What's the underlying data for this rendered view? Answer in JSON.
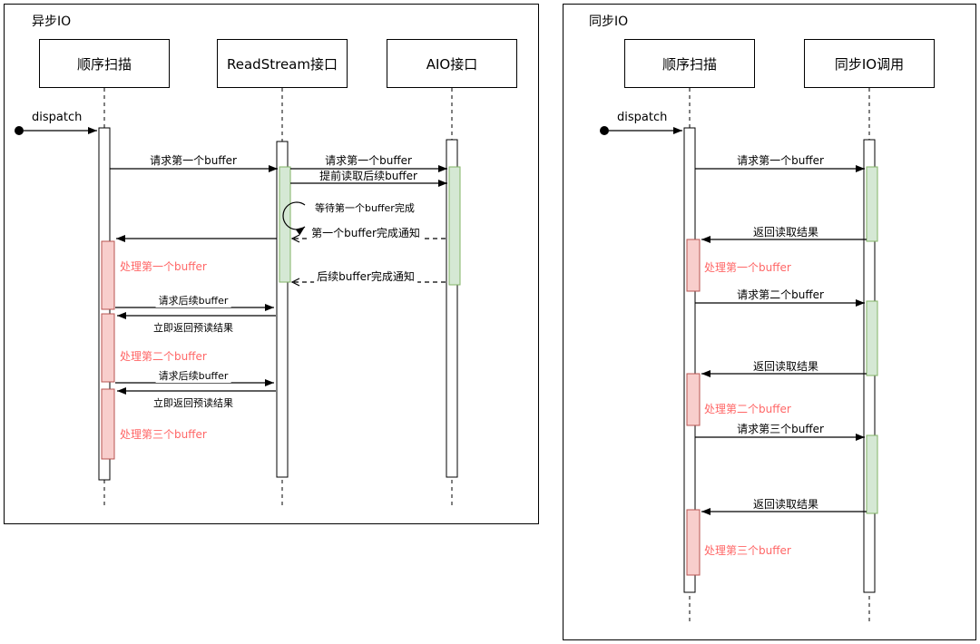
{
  "panels": {
    "async": {
      "title": "异步IO",
      "actors": [
        "顺序扫描",
        "ReadStream接口",
        "AIO接口"
      ],
      "dispatch_label": "dispatch",
      "messages": {
        "request_first_buffer_1": "请求第一个buffer",
        "request_first_buffer_2": "请求第一个buffer",
        "readahead_next_buffer": "提前读取后续buffer",
        "wait_first_buffer": "等待第一个buffer完成",
        "first_buffer_done_notify": "第一个buffer完成通知",
        "next_buffer_done_notify": "后续buffer完成通知",
        "request_next_buffer_1": "请求后续buffer",
        "return_preread_result_1": "立即返回预读结果",
        "request_next_buffer_2": "请求后续buffer",
        "return_preread_result_2": "立即返回预读结果"
      },
      "activities": [
        "处理第一个buffer",
        "处理第二个buffer",
        "处理第三个buffer"
      ]
    },
    "sync": {
      "title": "同步IO",
      "actors": [
        "顺序扫描",
        "同步IO调用"
      ],
      "dispatch_label": "dispatch",
      "messages": {
        "request_first": "请求第一个buffer",
        "return_first": "返回读取结果",
        "request_second": "请求第二个buffer",
        "return_second": "返回读取结果",
        "request_third": "请求第三个buffer",
        "return_third": "返回读取结果"
      },
      "activities": [
        "处理第一个buffer",
        "处理第二个buffer",
        "处理第三个buffer"
      ]
    }
  },
  "colors": {
    "green_fill": "#d5e8d4",
    "green_border": "#82b366",
    "red_fill": "#f8cecc",
    "red_border": "#b85450",
    "red_text": "#ff6666",
    "line": "#000000"
  }
}
